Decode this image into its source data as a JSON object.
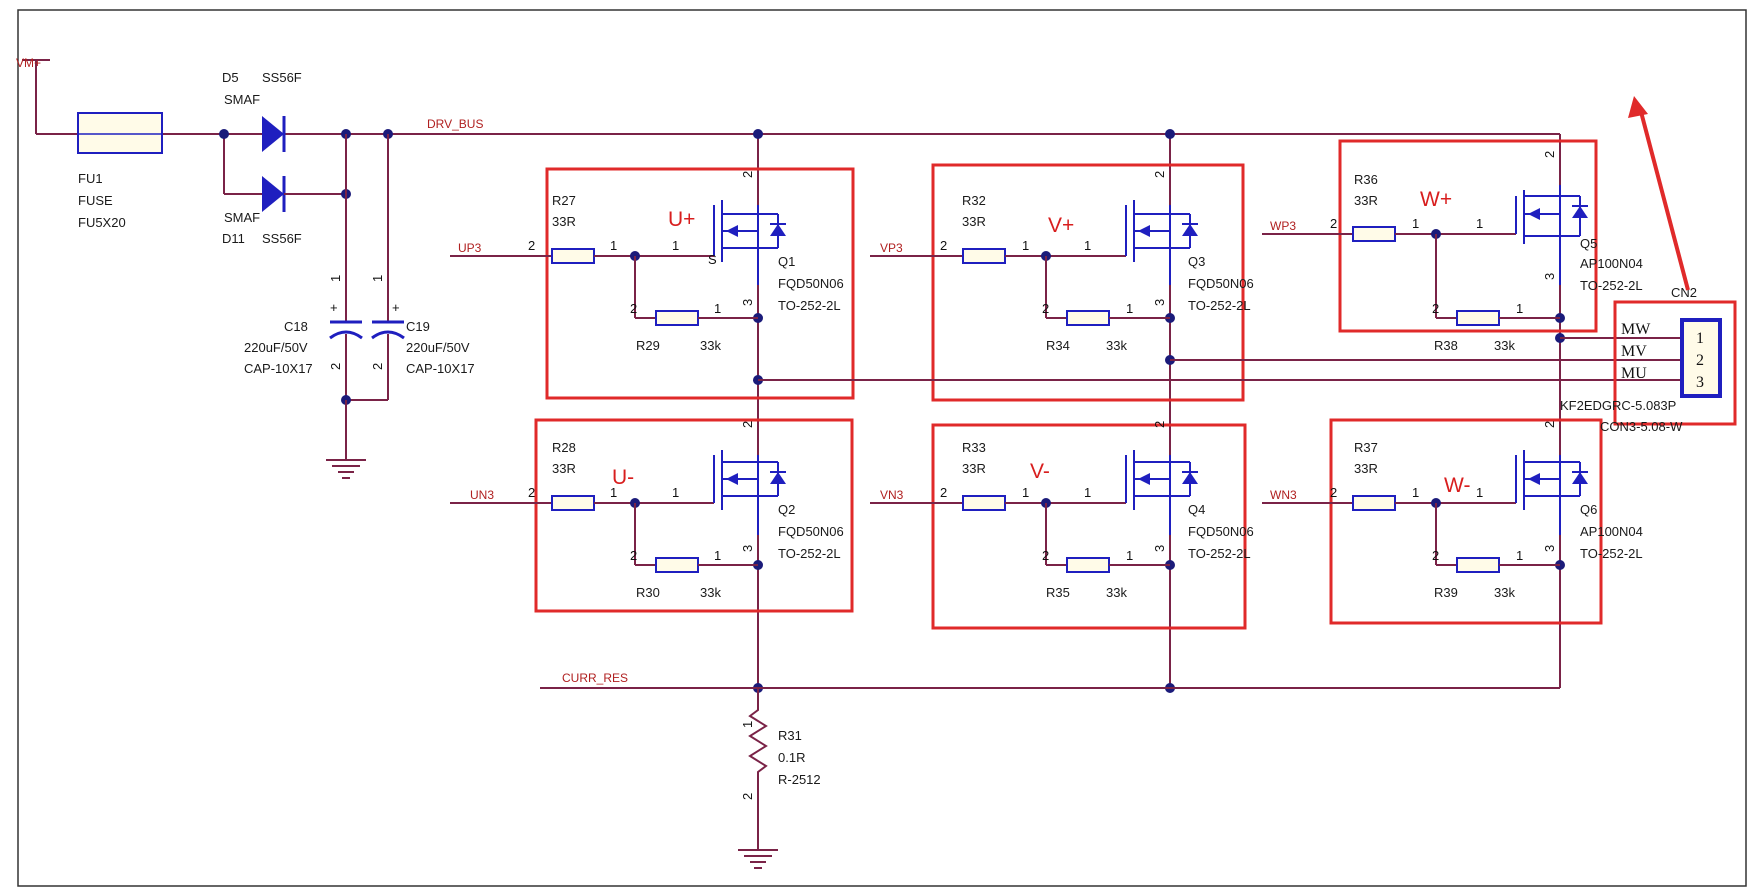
{
  "supply": {
    "vm": "VM+",
    "bus": "DRV_BUS",
    "curr": "CURR_RES"
  },
  "fuse": {
    "ref": "FU1",
    "value": "FUSE",
    "pkg": "FU5X20"
  },
  "diodes": [
    {
      "ref": "D5",
      "value": "SS56F",
      "pkg": "SMAF"
    },
    {
      "ref": "D11",
      "value": "SS56F",
      "pkg": "SMAF"
    }
  ],
  "caps": [
    {
      "ref": "C18",
      "value": "220uF/50V",
      "pkg": "CAP-10X17"
    },
    {
      "ref": "C19",
      "value": "220uF/50V",
      "pkg": "CAP-10X17"
    }
  ],
  "phases": [
    {
      "label": "U+",
      "net": "UP3",
      "r_gate": "R27",
      "r_gate_val": "33R",
      "r_pd": "R29",
      "r_pd_val": "33k",
      "q": "Q1",
      "q_val": "FQD50N06",
      "q_pkg": "TO-252-2L"
    },
    {
      "label": "U-",
      "net": "UN3",
      "r_gate": "R28",
      "r_gate_val": "33R",
      "r_pd": "R30",
      "r_pd_val": "33k",
      "q": "Q2",
      "q_val": "FQD50N06",
      "q_pkg": "TO-252-2L"
    },
    {
      "label": "V+",
      "net": "VP3",
      "r_gate": "R32",
      "r_gate_val": "33R",
      "r_pd": "R34",
      "r_pd_val": "33k",
      "q": "Q3",
      "q_val": "FQD50N06",
      "q_pkg": "TO-252-2L"
    },
    {
      "label": "V-",
      "net": "VN3",
      "r_gate": "R33",
      "r_gate_val": "33R",
      "r_pd": "R35",
      "r_pd_val": "33k",
      "q": "Q4",
      "q_val": "FQD50N06",
      "q_pkg": "TO-252-2L"
    },
    {
      "label": "W+",
      "net": "WP3",
      "r_gate": "R36",
      "r_gate_val": "33R",
      "r_pd": "R38",
      "r_pd_val": "33k",
      "q": "Q5",
      "q_val": "AP100N04",
      "q_pkg": "TO-252-2L"
    },
    {
      "label": "W-",
      "net": "WN3",
      "r_gate": "R37",
      "r_gate_val": "33R",
      "r_pd": "R39",
      "r_pd_val": "33k",
      "q": "Q6",
      "q_val": "AP100N04",
      "q_pkg": "TO-252-2L"
    }
  ],
  "shunt": {
    "ref": "R31",
    "value": "0.1R",
    "pkg": "R-2512"
  },
  "connector": {
    "ref": "CN2",
    "part": "KF2EDGRC-5.083P",
    "pkg": "CON3-5.08-W",
    "pins": [
      "1",
      "2",
      "3"
    ],
    "nets": [
      "MW",
      "MV",
      "MU"
    ]
  },
  "pins": {
    "p1": "1",
    "p2": "2",
    "p3": "3",
    "s": "S",
    "plus": "+"
  }
}
